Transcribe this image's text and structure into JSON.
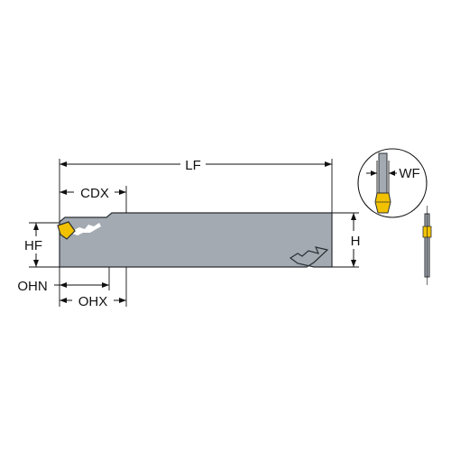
{
  "colors": {
    "blade_fill": "#a3aab2",
    "blade_stroke": "#2b2f33",
    "insert_fill": "#f2c200",
    "line": "#111111",
    "background": "#ffffff"
  },
  "labels": {
    "lf": "LF",
    "cdx": "CDX",
    "hf": "HF",
    "h": "H",
    "ohn": "OHN",
    "ohx": "OHX",
    "wf": "WF"
  },
  "icons": {
    "main_view": "parting-blade-side-view",
    "detail_view": "insert-width-detail-circle",
    "edge_view": "blade-edge-view"
  }
}
